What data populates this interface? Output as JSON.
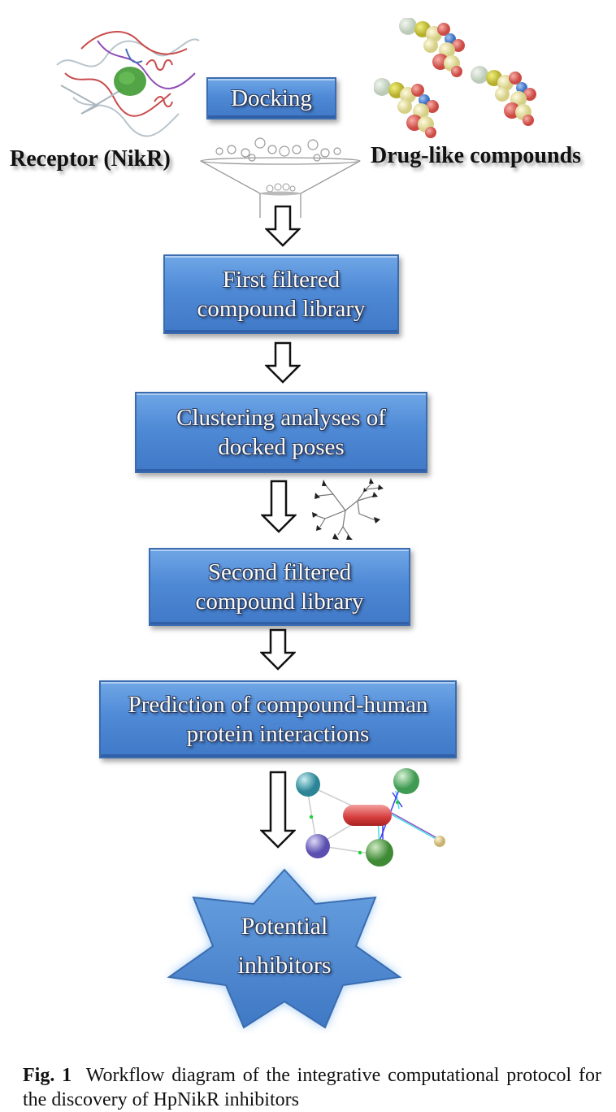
{
  "figure": {
    "top": {
      "receptor_label": "Receptor (NikR)",
      "compounds_label": "Drug-like compounds",
      "docking_label": "Docking"
    },
    "steps": [
      {
        "id": "first-filtered",
        "lines": [
          "First filtered",
          "compound library"
        ]
      },
      {
        "id": "clustering",
        "lines": [
          "Clustering analyses of",
          "docked poses"
        ]
      },
      {
        "id": "second-filtered",
        "lines": [
          "Second filtered",
          "compound library"
        ]
      },
      {
        "id": "prediction",
        "lines": [
          "Prediction of compound-human",
          "protein interactions"
        ]
      }
    ],
    "result": {
      "lines": [
        "Potential",
        "inhibitors"
      ]
    },
    "icons": [
      "protein-structure-icon",
      "molecule-icon",
      "funnel-icon",
      "dendrogram-icon",
      "interaction-network-icon",
      "down-arrow-icon"
    ],
    "colors": {
      "box_fill": "#4f8ad6",
      "box_border": "#3a6cb0",
      "box_text": "#fbfbf5"
    }
  },
  "caption": {
    "label": "Fig. 1",
    "text": "Workflow diagram of the integrative computational protocol for the discovery of HpNikR inhibitors"
  }
}
